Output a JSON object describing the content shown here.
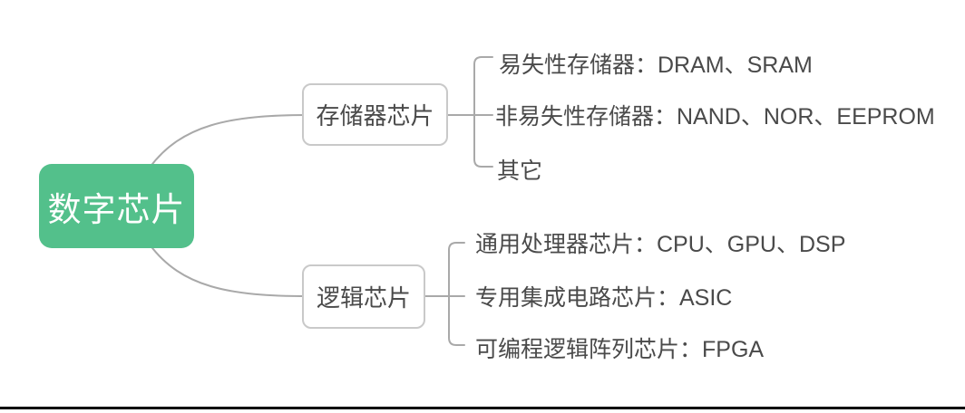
{
  "theme": {
    "root_bg": "#53c08b",
    "root_text": "#ffffff",
    "line_color": "#a9a9a9",
    "box_border": "#c9c9c9",
    "text_color": "#4a4a4a",
    "page_edge": "#000000"
  },
  "mindmap": {
    "root": {
      "label": "数字芯片"
    },
    "branches": [
      {
        "label": "存储器芯片",
        "children": [
          "易失性存储器：DRAM、SRAM",
          "非易失性存储器：NAND、NOR、EEPROM",
          "其它"
        ]
      },
      {
        "label": "逻辑芯片",
        "children": [
          "通用处理器芯片：CPU、GPU、DSP",
          "专用集成电路芯片：ASIC",
          "可编程逻辑阵列芯片：FPGA"
        ]
      }
    ]
  }
}
